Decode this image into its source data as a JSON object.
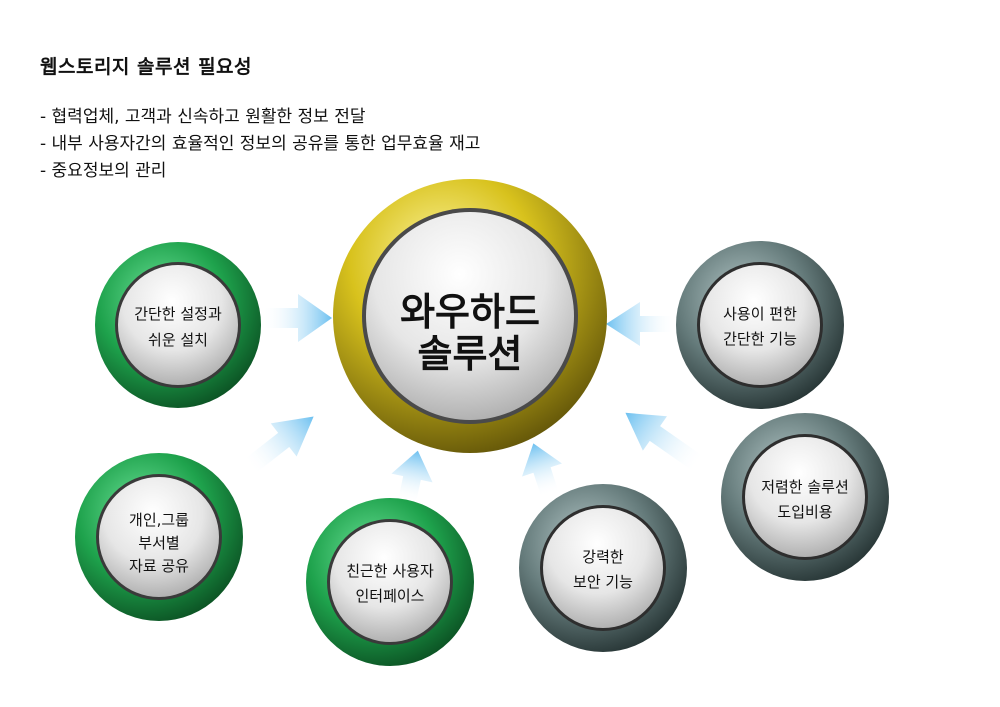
{
  "header": {
    "title": "웹스토리지 솔루션 필요성",
    "bullets": [
      "- 협력업체, 고객과 신속하고 원활한 정보 전달",
      "- 내부 사용자간의 효율적인 정보의 공유를 통한 업무효율 재고",
      "- 중요정보의 관리"
    ]
  },
  "center": {
    "line1": "와우하드",
    "line2": "솔루션"
  },
  "nodes": {
    "easy_setup": [
      "간단한 설정과",
      "쉬운 설치"
    ],
    "group_sharing": [
      "개인,그룹",
      "부서별",
      "자료 공유"
    ],
    "friendly_ui": [
      "친근한 사용자",
      "인터페이스"
    ],
    "security": [
      "강력한",
      "보안 기능"
    ],
    "low_cost": [
      "저렴한 솔루션",
      "도입비용"
    ],
    "easy_features": [
      "사용이 편한",
      "간단한 기능"
    ]
  },
  "colors": {
    "green_ring": "#1f9a4a",
    "gray_ring": "#5e7575",
    "gold_ring": "#c9b21a",
    "arrow": "#7ec8f2"
  }
}
